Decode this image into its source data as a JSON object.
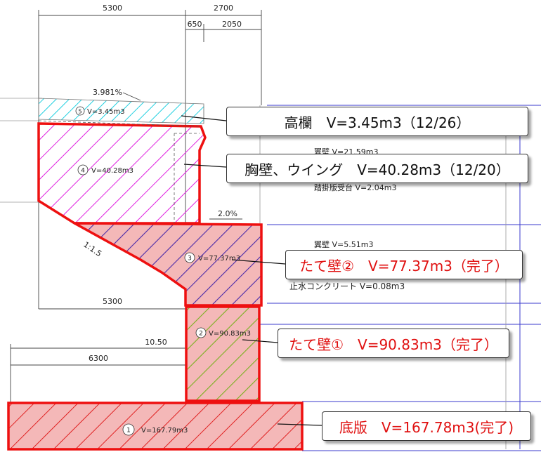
{
  "dimensions": {
    "top_left": "5300",
    "top_right": "2700",
    "top_sub_left": "650",
    "top_sub_right": "2050",
    "mid_5300": "5300",
    "length_1050": "10.50",
    "length_6300": "6300",
    "length_2700": "2700"
  },
  "slopes": {
    "top": "3.981%",
    "middle": "2.0%",
    "batter": "1:1.5"
  },
  "parts": [
    {
      "no": "5",
      "label": "V=3.45m3"
    },
    {
      "no": "4",
      "label": "V=40.28m3"
    },
    {
      "no": "3",
      "label": "V=77.37m3"
    },
    {
      "no": "2",
      "label": "V=90.83m3"
    },
    {
      "no": "1",
      "label": "V=167.79m3"
    }
  ],
  "side_notes": {
    "wing_wall_top": "翼壁 V=21.59m3",
    "approach_slab_seat": "踏掛版受台 V=2.04m3",
    "wing_wall_mid": "翼壁 V=5.51m3",
    "waterstop": "止水コンクリート V=0.08m3"
  },
  "callouts": {
    "koran": "高欄　V=3.45m3（12/26）",
    "kyoheki": "胸壁、ウイング　V=40.28m3（12/20）",
    "tatekabe2": "たて壁②　V=77.37m3（完了）",
    "tatekabe1": "たて壁①　V=90.83m3（完了）",
    "teiban": "底版　V=167.78m3(完了)"
  },
  "colors": {
    "cyan_hatch": "#22d0e0",
    "magenta_hatch": "#e020e0",
    "purple_hatch": "#4a2aa8",
    "green_hatch": "#7ab020",
    "red_hatch": "#e02020",
    "pink_fill": "#f4b8b8",
    "red_outline": "#ee1010",
    "grid_blue": "#3a3acc"
  }
}
